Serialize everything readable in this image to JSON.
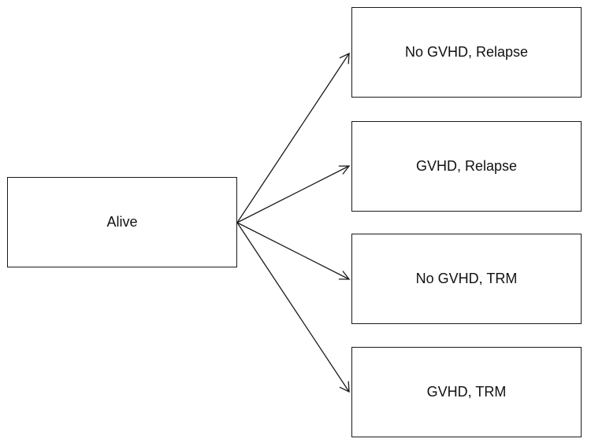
{
  "diagram": {
    "source_state": {
      "label": "Alive"
    },
    "target_states": [
      {
        "label": "No GVHD, Relapse"
      },
      {
        "label": "GVHD, Relapse"
      },
      {
        "label": "No GVHD, TRM"
      },
      {
        "label": "GVHD, TRM"
      }
    ],
    "transitions": [
      {
        "from": "Alive",
        "to": "No GVHD, Relapse"
      },
      {
        "from": "Alive",
        "to": "GVHD, Relapse"
      },
      {
        "from": "Alive",
        "to": "No GVHD, TRM"
      },
      {
        "from": "Alive",
        "to": "GVHD, TRM"
      }
    ],
    "line_color": "#1a1a1a",
    "background_color": "#ffffff"
  }
}
